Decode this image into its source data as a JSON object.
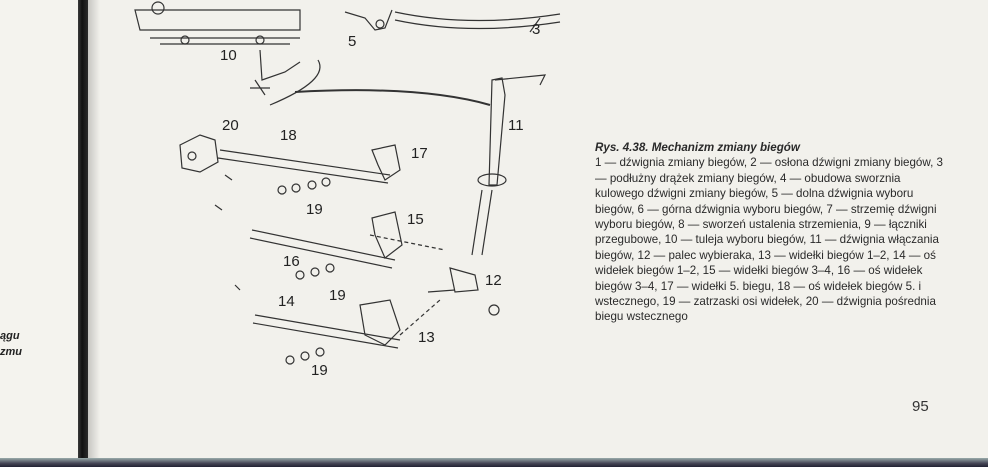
{
  "left_page": {
    "fragment_1": "ągu",
    "fragment_2": "zmu"
  },
  "figure": {
    "part_labels": {
      "p3": "3",
      "p5": "5",
      "p10": "10",
      "p11": "11",
      "p12": "12",
      "p13": "13",
      "p14": "14",
      "p15": "15",
      "p16": "16",
      "p17": "17",
      "p18": "18",
      "p19a": "19",
      "p19b": "19",
      "p19c": "19",
      "p20": "20"
    }
  },
  "caption": {
    "title": "Rys. 4.38. Mechanizm zmiany biegów",
    "body": "1 — dźwignia zmiany biegów, 2 — osłona dźwigni zmiany biegów, 3 — podłużny drążek zmiany biegów, 4 — obudowa sworznia kulowego dźwigni zmiany biegów, 5 — dolna dźwignia wyboru biegów, 6 — górna dźwignia wyboru biegów, 7 — strzemię dźwigni wyboru biegów, 8 — sworzeń ustalenia strzemienia, 9 — łączniki przegubowe, 10 — tuleja wyboru biegów, 11 — dźwignia włączania biegów, 12 — palec wybieraka, 13 — widełki biegów 1–2, 14 — oś widełek biegów 1–2, 15 — widełki biegów 3–4, 16 — oś widełek biegów 3–4, 17 — widełki 5. biegu, 18 — oś widełek biegów 5. i wstecznego, 19 — zatrzaski osi widełek, 20 — dźwignia pośrednia biegu wstecznego"
  },
  "page_number": "95"
}
